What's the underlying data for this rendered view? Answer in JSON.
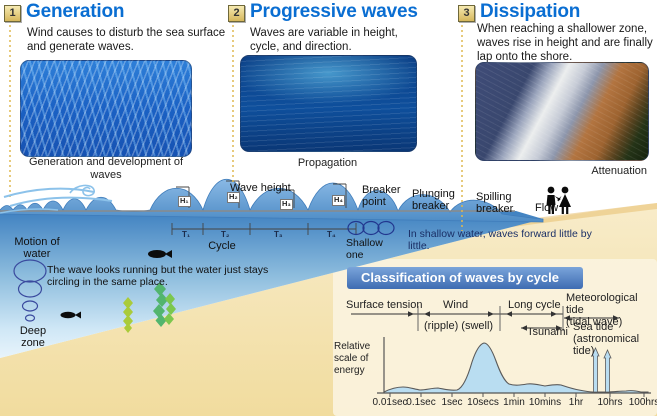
{
  "sections": [
    {
      "num": "1",
      "title": "Generation",
      "desc": "Wind causes to disturb the sea surface and generate waves.",
      "caption": "Generation and development of waves"
    },
    {
      "num": "2",
      "title": "Progressive waves",
      "desc": "Waves are variable in height, cycle, and direction.",
      "caption": "Propagation"
    },
    {
      "num": "3",
      "title": "Dissipation",
      "desc": "When reaching a shallower zone, waves rise in height and are finally lap onto the shore.",
      "caption": "Attenuation"
    }
  ],
  "diagram": {
    "wave_height": "Wave height",
    "cycle": "Cycle",
    "h_labels": [
      "H₁",
      "H₂",
      "H₃",
      "H₄"
    ],
    "t_labels": [
      "T₁",
      "T₂",
      "T₃",
      "T₄"
    ],
    "breaker_point": "Breaker point",
    "plunging_breaker": "Plunging breaker",
    "spilling_breaker": "Spilling breaker",
    "flow": "Flow",
    "motion_of_water": "Motion of water",
    "circling_note": "The wave looks running but the water just stays circling in the same place.",
    "deep_zone": "Deep zone",
    "shallow_zone": "Shallow one",
    "shallow_note": "In shallow water, waves forward little by little."
  },
  "classification": {
    "title": "Classification of waves by cycle",
    "ylabel": "Relative scale of energy",
    "scale_labels": {
      "surface_tension": "Surface tension",
      "wind": "Wind",
      "wind_sub": "(ripple) (swell)",
      "long_cycle": "Long cycle",
      "tsunami": "Tsunami",
      "met_tide": "Meteorological tide",
      "met_tide_sub": "(tidal wave)",
      "sea_tide": "Sea tide",
      "sea_tide_sub": "(astronomical tide)"
    }
  },
  "chart_data": {
    "type": "area",
    "title": "Classification of waves by cycle",
    "ylabel": "Relative scale of energy",
    "x_scale": "log (wave cycle/period)",
    "x_ticks": [
      "0.01sec",
      "0.1sec",
      "1sec",
      "10secs",
      "1min",
      "10mins",
      "1hr",
      "10hrs",
      "100hrs"
    ],
    "series": [
      {
        "name": "Relative energy",
        "x": [
          "0.01sec",
          "0.1sec",
          "1sec",
          "10secs",
          "1min",
          "10mins",
          "1hr",
          "10hrs",
          "100hrs"
        ],
        "y_relative": [
          0.02,
          0.1,
          0.06,
          1.0,
          0.18,
          0.14,
          0.08,
          0.85,
          0.02
        ]
      }
    ],
    "annotations": [
      "Large smooth peak centered near 10secs (wind waves)",
      "Two narrow tide spikes just before/at 10hrs",
      "Small ripple bump near 0.1sec"
    ],
    "legend": "none",
    "grid": "off"
  },
  "colors": {
    "title_blue": "#0a6ed2",
    "header_bar_blue": "#4a7cc0",
    "sea_surface_line": "#8a8a8a",
    "sea_top": "#3f81c1",
    "sand": "#f1dc9e",
    "curve_fill": "#b9ddf1",
    "badge_bg": "#e8d78e",
    "dotted_guide": "#dfb850"
  }
}
